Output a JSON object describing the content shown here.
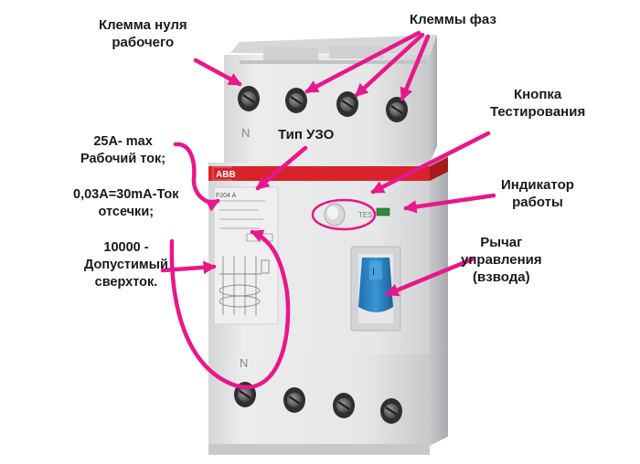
{
  "annotations": {
    "neutral_terminal": [
      "Клемма нуля",
      "рабочего"
    ],
    "phase_terminals": [
      "Клеммы фаз"
    ],
    "test_button": [
      "Кнопка",
      "Тестирования"
    ],
    "rcd_type": [
      "Тип УЗО"
    ],
    "indicator": [
      "Индикатор",
      "работы"
    ],
    "lever": [
      "Рычаг",
      "управления",
      "(взвода)"
    ],
    "specs": {
      "rated_current": [
        "25А- max",
        "Рабочий ток;"
      ],
      "trip_current": [
        "0,03А=30mA-Ток",
        "отсечки;"
      ],
      "overcurrent": [
        "10000 -",
        "Допустимый",
        "сверхток."
      ]
    }
  },
  "device": {
    "brand": "ABB",
    "model": "F204 A",
    "test_label": "TEST",
    "terminal_label_top": "N",
    "terminal_label_bottom": "N"
  },
  "colors": {
    "accent": "#e8178a",
    "brand_red": "#d8232a",
    "lever_blue": "#2d87c6",
    "indicator_green": "#2f8a3c",
    "device_gray": "#e4e5e6"
  }
}
